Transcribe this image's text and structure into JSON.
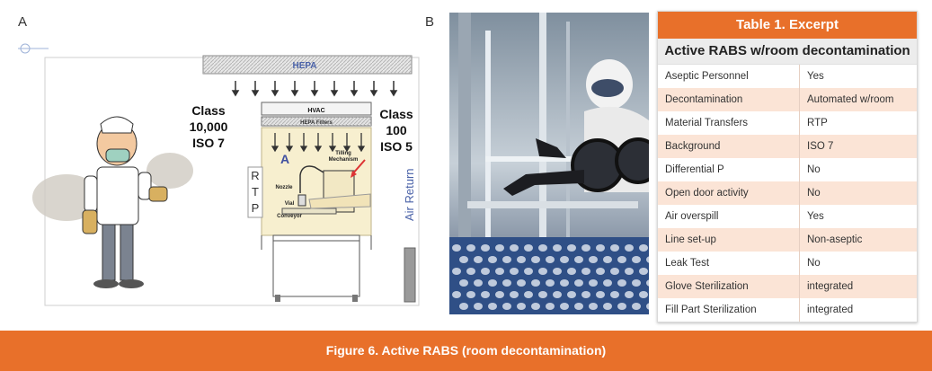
{
  "panels": {
    "a_label": "A",
    "b_label": "B"
  },
  "diagram": {
    "hepa": "HEPA",
    "hvac": "HVAC",
    "hepa_filters": "HEPA Filters",
    "class_left": [
      "Class",
      "10,000",
      "ISO 7"
    ],
    "class_right": [
      "Class",
      "100",
      "ISO 5"
    ],
    "zone_a": "A",
    "tilling": [
      "Tilling",
      "Mechanism"
    ],
    "nozzle": "Nozzle",
    "vial": "Vial",
    "conveyor": "Conveyor",
    "rtp": [
      "R",
      "T",
      "P"
    ],
    "air_return": "Air Return"
  },
  "table": {
    "title": "Table 1. Excerpt",
    "subtitle": "Active RABS w/room decontamination",
    "rows": [
      [
        "Aseptic Personnel",
        "Yes"
      ],
      [
        "Decontamination",
        "Automated w/room"
      ],
      [
        "Material Transfers",
        "RTP"
      ],
      [
        "Background",
        "ISO 7"
      ],
      [
        "Differential P",
        "No"
      ],
      [
        "Open door activity",
        "No"
      ],
      [
        "Air overspill",
        "Yes"
      ],
      [
        "Line set-up",
        "Non-aseptic"
      ],
      [
        "Leak Test",
        "No"
      ],
      [
        "Glove Sterilization",
        "integrated"
      ],
      [
        "Fill Part Sterilization",
        "integrated"
      ]
    ]
  },
  "figure_caption": "Figure 6. Active RABS (room decontamination)",
  "colors": {
    "accent": "#e8702a",
    "row_tint": "#fbe4d6",
    "panel_bg": "#f7efcf"
  }
}
